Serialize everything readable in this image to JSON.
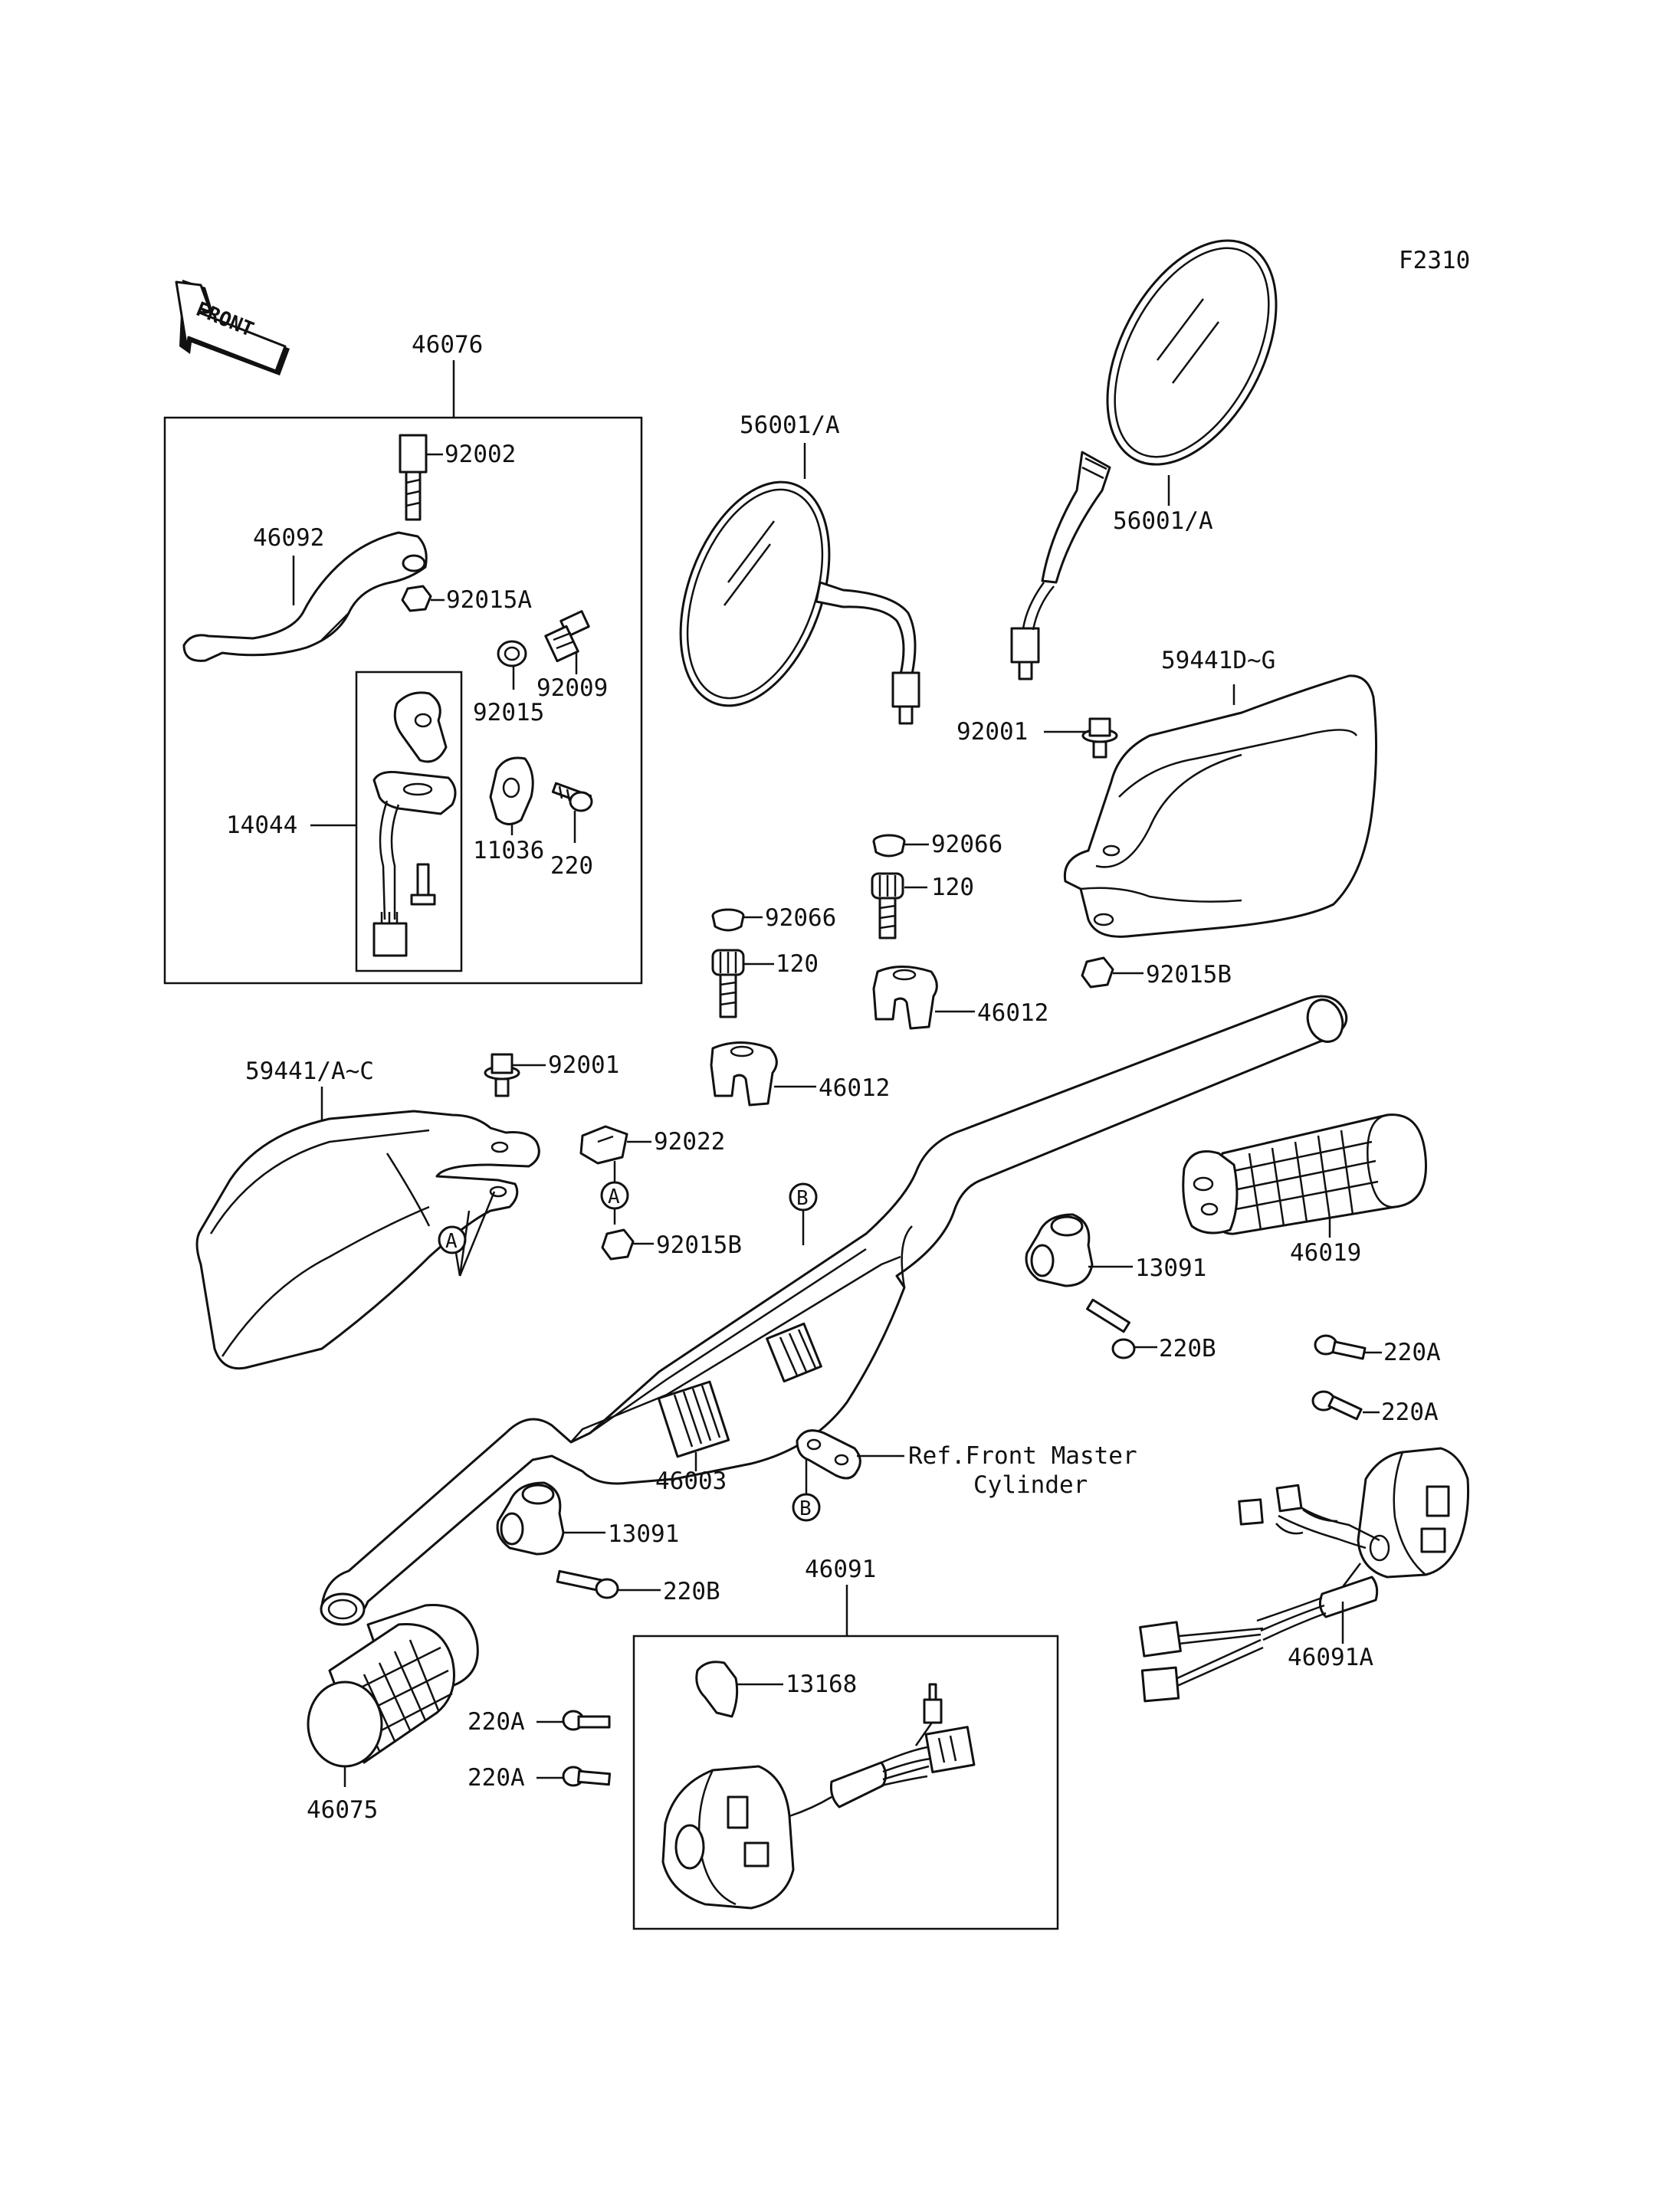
{
  "figure_code": "F2310",
  "front_arrow_text": "FRONT",
  "callout_a": "A",
  "callout_b": "B",
  "ref_note_line1": "Ref.Front Master",
  "ref_note_line2": "Cylinder",
  "parts": {
    "lever_assy": "46076",
    "lever_bolt": "92002",
    "clutch_lever": "46092",
    "lever_nut": "92015A",
    "adjuster": "92009",
    "adjuster_nut": "92015",
    "clutch_switch": "14044",
    "clamp": "11036",
    "clamp_screw": "220",
    "mirror_left": "56001/A",
    "mirror_right": "56001/A",
    "guard_right": "59441D~G",
    "guard_right_bolt": "92001",
    "holder_cap_right": "92066",
    "holder_bolt_right": "120",
    "holder_nut_right": "92015B",
    "holder_right": "46012",
    "holder_cap_left": "92066",
    "holder_bolt_left": "120",
    "holder_left": "46012",
    "guard_left": "59441/A~C",
    "guard_left_bolt": "92001",
    "spacer": "92022",
    "spacer_nut": "92015B",
    "throttle_grip": "46019",
    "housing_right": "13091",
    "housing_right_screw": "220B",
    "screw_1": "220A",
    "screw_2": "220A",
    "handlebar": "46003",
    "housing_left": "13091",
    "housing_left_screw": "220B",
    "switch_assy_left": "46091",
    "switch_clip": "13168",
    "left_grip": "46075",
    "screw_3": "220A",
    "screw_4": "220A",
    "switch_right": "46091A"
  }
}
